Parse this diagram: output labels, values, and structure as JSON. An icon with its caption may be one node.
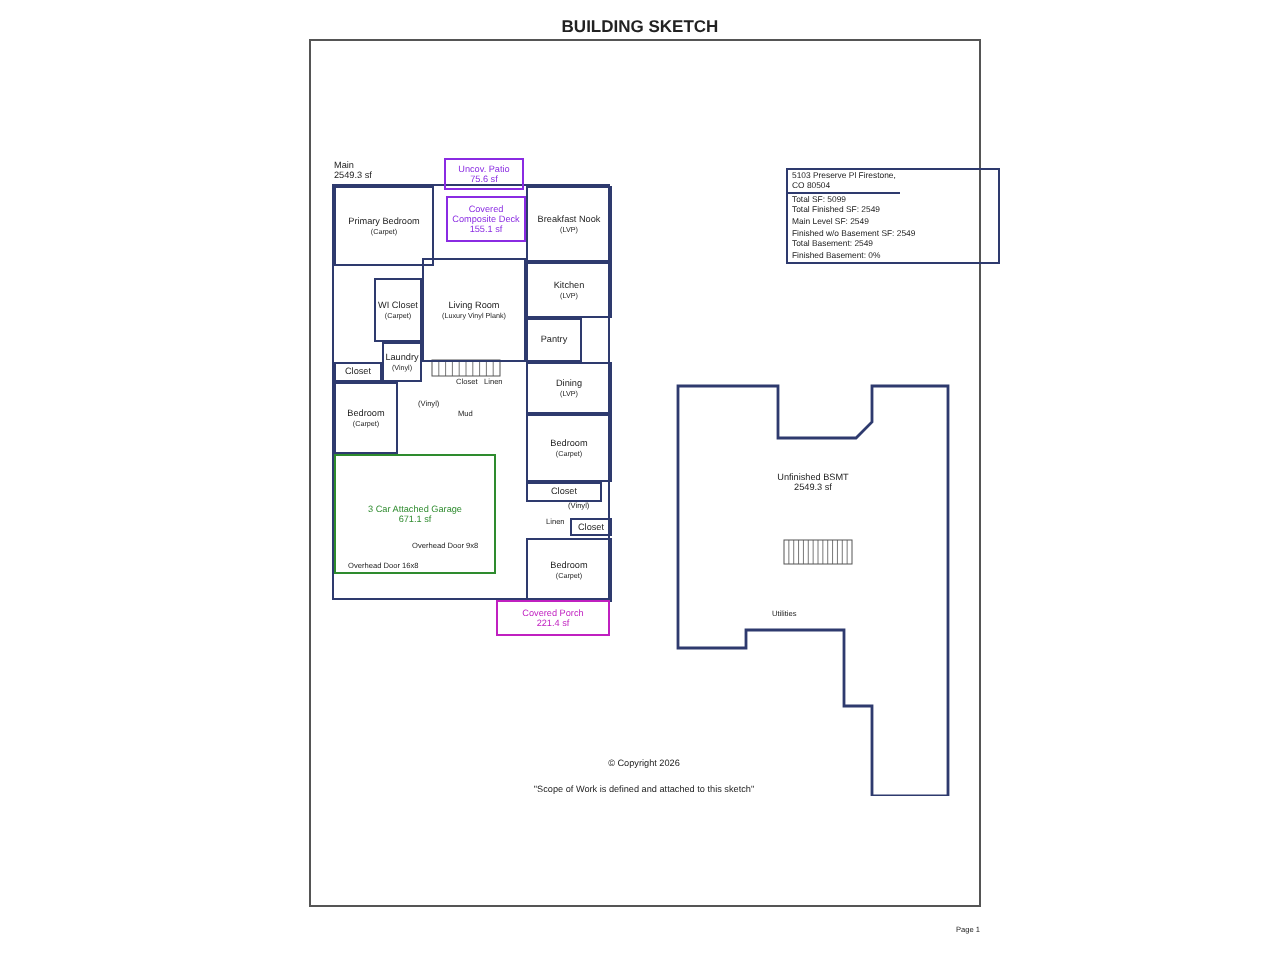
{
  "diagram": {
    "title": "BUILDING SKETCH",
    "nodes": [
      {
        "text": [
          "Main",
          "2549.3 sf"
        ]
      },
      {
        "text": [
          "Uncov. Patio",
          "75.6 sf"
        ]
      },
      {
        "text": [
          "Covered Composite Deck",
          "155.1 sf"
        ],
        "in": 0
      },
      {
        "text": [
          "Primary Bedroom",
          "(Carpet)"
        ],
        "in": 0
      },
      {
        "text": [
          "Breakfast Nook",
          "(LVP)"
        ],
        "in": 0
      },
      {
        "text": [
          "Living Room",
          "(Luxury Vinyl Plank)"
        ],
        "in": 0
      },
      {
        "text": [
          "WI Closet",
          "(Carpet)"
        ],
        "in": 0
      },
      {
        "text": [
          "Kitchen",
          "(LVP)"
        ],
        "in": 0
      },
      {
        "text": [
          "Pantry"
        ],
        "in": 0
      },
      {
        "text": [
          "Laundry",
          "(Vinyl)"
        ],
        "in": 0
      },
      {
        "text": [
          "Closet"
        ],
        "in": 0
      },
      {
        "text": [
          "Dining",
          "(LVP)"
        ],
        "in": 0
      },
      {
        "text": [
          "Bedroom",
          "(Carpet)"
        ],
        "in": 0
      },
      {
        "text": [
          "Bedroom",
          "(Carpet)"
        ],
        "in": 0
      },
      {
        "text": [
          "Closet"
        ],
        "in": 0
      },
      {
        "text": [
          "Closet"
        ],
        "in": 0
      },
      {
        "text": [
          "Bedroom",
          "(Carpet)"
        ],
        "in": 0
      },
      {
        "text": [
          "3 Car Attached Garage",
          "671.1 sf"
        ],
        "in": 0
      },
      {
        "text": [
          "Covered Porch",
          "221.4 sf"
        ]
      },
      {
        "text": [
          "5103 Preserve Pl Firestone, CO 80504",
          "Total SF: 5099",
          "Total Finished SF: 2549",
          "Main Level SF: 2549",
          "Finished w/o Basement SF: 2549",
          "Total Basement: 2549",
          "Finished Basement: 0%"
        ]
      },
      {
        "text": [
          "Unfinished BSMT",
          "2549.3 sf"
        ]
      }
    ],
    "labels": [
      "(Vinyl)",
      "Mud",
      "Linen",
      "Closet",
      "(Vinyl)",
      "Linen",
      "Overhead Door 9x8",
      "Overhead Door 16x8",
      "Utilities",
      "© Copyright 2026",
      "\"Scope of Work is defined and attached to this sketch\"",
      "Page 1"
    ]
  }
}
